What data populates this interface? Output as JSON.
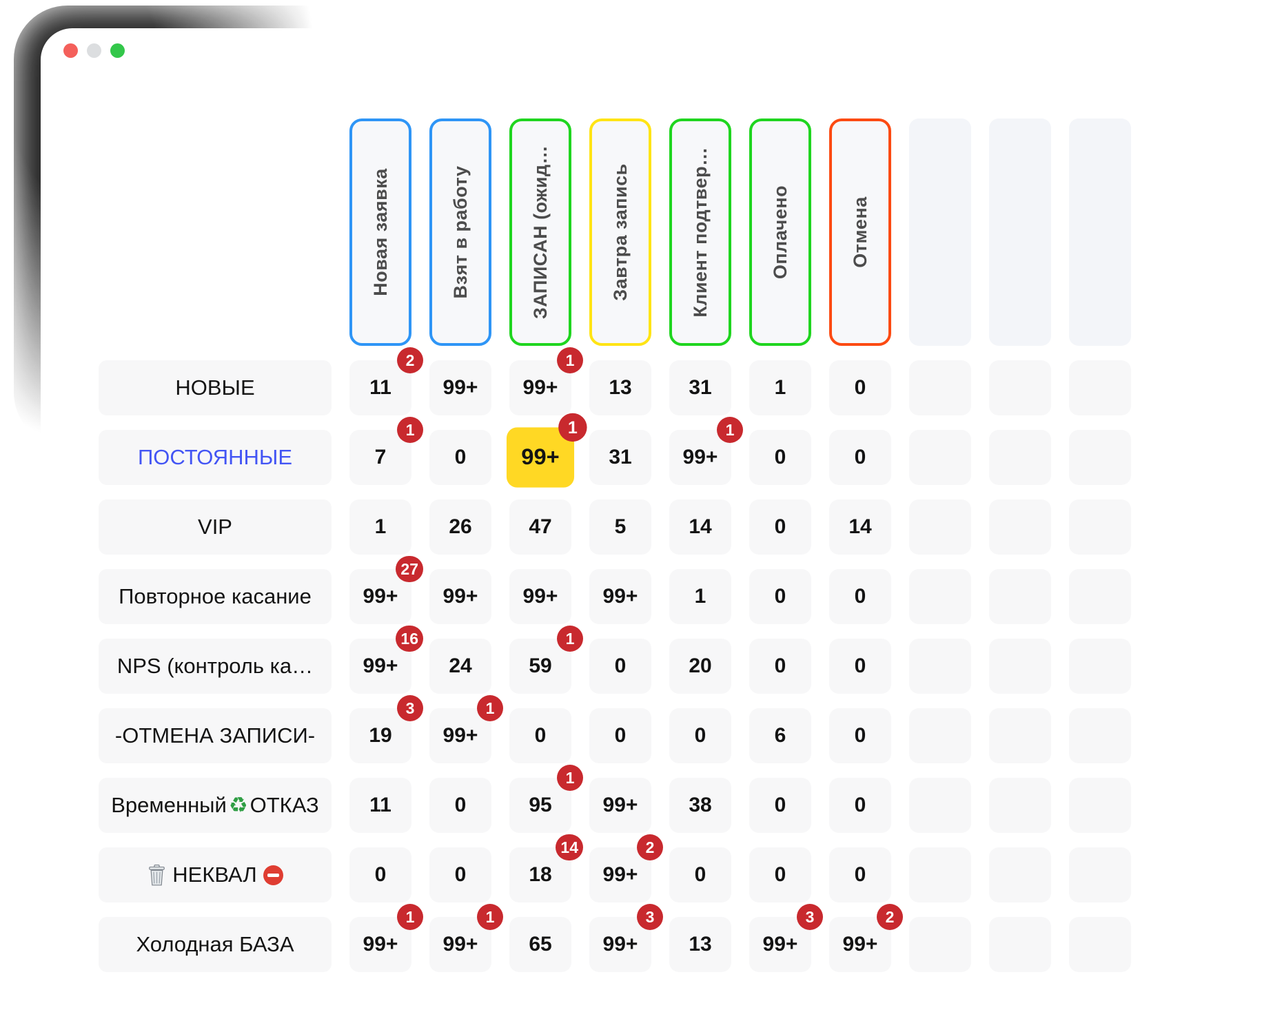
{
  "window": {
    "traffic_lights": [
      {
        "name": "close-button",
        "color_key": "tl_red"
      },
      {
        "name": "minimize-button",
        "color_key": "tl_gray"
      },
      {
        "name": "zoom-button",
        "color_key": "tl_green"
      }
    ]
  },
  "colors": {
    "tl_red": "#f4605b",
    "tl_gray": "#dcdee0",
    "tl_green": "#33c74a",
    "badge": "#c8292e",
    "highlight": "#ffd824",
    "cell_bg": "#f7f7f8",
    "placeholder_bg": "#f3f5f9",
    "header_text": "#4c4c4c",
    "text_dark": "#141414",
    "border_blue": "#2e95f6",
    "border_green": "#1fd51f",
    "border_yellow": "#ffe414",
    "border_orange": "#fc4a12",
    "row_label_blue": "#4355f4"
  },
  "board": {
    "columns": [
      {
        "label": "Новая заявка",
        "border_color": "#2e95f6"
      },
      {
        "label": "Взят в работу",
        "border_color": "#2e95f6"
      },
      {
        "label": "ЗАПИСАН (ожид…",
        "border_color": "#1fd51f"
      },
      {
        "label": "Завтра запись",
        "border_color": "#ffe414"
      },
      {
        "label": "Клиент подтвер…",
        "border_color": "#1fd51f"
      },
      {
        "label": "Оплачено",
        "border_color": "#1fd51f"
      },
      {
        "label": "Отмена",
        "border_color": "#fc4a12"
      },
      {
        "label": "",
        "border_color": null
      },
      {
        "label": "",
        "border_color": null
      },
      {
        "label": "",
        "border_color": null
      }
    ],
    "rows": [
      {
        "label_parts": [
          {
            "text": "НОВЫЕ"
          }
        ],
        "cells": [
          {
            "value": "11",
            "badge": "2"
          },
          {
            "value": "99+"
          },
          {
            "value": "99+",
            "badge": "1"
          },
          {
            "value": "13"
          },
          {
            "value": "31"
          },
          {
            "value": "1"
          },
          {
            "value": "0"
          },
          {
            "value": ""
          },
          {
            "value": ""
          },
          {
            "value": ""
          }
        ]
      },
      {
        "label_parts": [
          {
            "text": "ПОСТОЯННЫЕ"
          }
        ],
        "label_color": "#4355f4",
        "cells": [
          {
            "value": "7",
            "badge": "1"
          },
          {
            "value": "0"
          },
          {
            "value": "99+",
            "badge": "1",
            "highlight": true
          },
          {
            "value": "31"
          },
          {
            "value": "99+",
            "badge": "1"
          },
          {
            "value": "0"
          },
          {
            "value": "0"
          },
          {
            "value": ""
          },
          {
            "value": ""
          },
          {
            "value": ""
          }
        ]
      },
      {
        "label_parts": [
          {
            "text": "VIP"
          }
        ],
        "cells": [
          {
            "value": "1"
          },
          {
            "value": "26"
          },
          {
            "value": "47"
          },
          {
            "value": "5"
          },
          {
            "value": "14"
          },
          {
            "value": "0"
          },
          {
            "value": "14"
          },
          {
            "value": ""
          },
          {
            "value": ""
          },
          {
            "value": ""
          }
        ]
      },
      {
        "label_parts": [
          {
            "text": "Повторное касание"
          }
        ],
        "cells": [
          {
            "value": "99+",
            "badge": "27"
          },
          {
            "value": "99+"
          },
          {
            "value": "99+"
          },
          {
            "value": "99+"
          },
          {
            "value": "1"
          },
          {
            "value": "0"
          },
          {
            "value": "0"
          },
          {
            "value": ""
          },
          {
            "value": ""
          },
          {
            "value": ""
          }
        ]
      },
      {
        "label_parts": [
          {
            "text": "NPS (контроль ка…"
          }
        ],
        "cells": [
          {
            "value": "99+",
            "badge": "16"
          },
          {
            "value": "24"
          },
          {
            "value": "59",
            "badge": "1"
          },
          {
            "value": "0"
          },
          {
            "value": "20"
          },
          {
            "value": "0"
          },
          {
            "value": "0"
          },
          {
            "value": ""
          },
          {
            "value": ""
          },
          {
            "value": ""
          }
        ]
      },
      {
        "label_parts": [
          {
            "text": "-ОТМЕНА ЗАПИСИ-"
          }
        ],
        "cells": [
          {
            "value": "19",
            "badge": "3"
          },
          {
            "value": "99+",
            "badge": "1"
          },
          {
            "value": "0"
          },
          {
            "value": "0"
          },
          {
            "value": "0"
          },
          {
            "value": "6"
          },
          {
            "value": "0"
          },
          {
            "value": ""
          },
          {
            "value": ""
          },
          {
            "value": ""
          }
        ]
      },
      {
        "label_parts": [
          {
            "text": "Временный"
          },
          {
            "icon": "recycle-icon",
            "char": "♻"
          },
          {
            "text": "ОТКАЗ"
          }
        ],
        "cells": [
          {
            "value": "11"
          },
          {
            "value": "0"
          },
          {
            "value": "95",
            "badge": "1"
          },
          {
            "value": "99+"
          },
          {
            "value": "38"
          },
          {
            "value": "0"
          },
          {
            "value": "0"
          },
          {
            "value": ""
          },
          {
            "value": ""
          },
          {
            "value": ""
          }
        ]
      },
      {
        "label_parts": [
          {
            "icon": "wastebasket-icon"
          },
          {
            "text": "НЕКВАЛ"
          },
          {
            "icon": "no-entry-icon"
          }
        ],
        "cells": [
          {
            "value": "0"
          },
          {
            "value": "0"
          },
          {
            "value": "18",
            "badge": "14"
          },
          {
            "value": "99+",
            "badge": "2"
          },
          {
            "value": "0"
          },
          {
            "value": "0"
          },
          {
            "value": "0"
          },
          {
            "value": ""
          },
          {
            "value": ""
          },
          {
            "value": ""
          }
        ]
      },
      {
        "label_parts": [
          {
            "text": "Холодная БАЗА"
          }
        ],
        "cells": [
          {
            "value": "99+",
            "badge": "1"
          },
          {
            "value": "99+",
            "badge": "1"
          },
          {
            "value": "65"
          },
          {
            "value": "99+",
            "badge": "3"
          },
          {
            "value": "13"
          },
          {
            "value": "99+",
            "badge": "3"
          },
          {
            "value": "99+",
            "badge": "2"
          },
          {
            "value": ""
          },
          {
            "value": ""
          },
          {
            "value": ""
          }
        ]
      }
    ]
  }
}
